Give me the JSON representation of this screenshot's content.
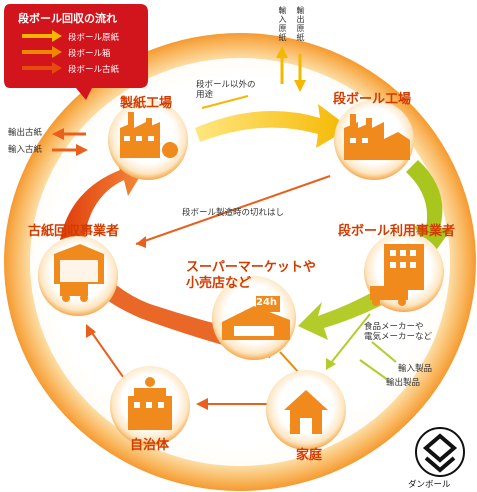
{
  "legend": {
    "title": "段ボール回収の流れ",
    "items": [
      {
        "label": "段ボール原紙",
        "color": "#f5b800"
      },
      {
        "label": "段ボール箱",
        "color": "#ee8800"
      },
      {
        "label": "段ボール古紙",
        "color": "#e64a10"
      }
    ]
  },
  "nodes": {
    "paper_mill": "製紙工場",
    "box_factory": "段ボール工場",
    "box_user": "段ボール利用事業者",
    "supermarket": "スーパーマーケットや\n小売店など",
    "household": "家庭",
    "municipality": "自治体",
    "collector": "古紙回収事業者"
  },
  "labels": {
    "non_box_use": "段ボール以外の\n用途",
    "export_raw": "輸出原紙",
    "import_raw": "輸入原紙",
    "export_waste": "輸出古紙",
    "import_waste": "輸入古紙",
    "offcuts": "段ボール製造時の切れはし",
    "makers": "食品メーカーや\n電気メーカーなど",
    "import_products": "輸入製品",
    "export_products": "輸出製品",
    "store_sign": "24h",
    "mark_caption": "ダンボール"
  },
  "colors": {
    "base_paper": "#f5b800",
    "box": "#ee8800",
    "waste": "#e64a10",
    "green": "#a8c61e",
    "icon": "#f08a1c",
    "legend_bg": "#d2141c"
  }
}
